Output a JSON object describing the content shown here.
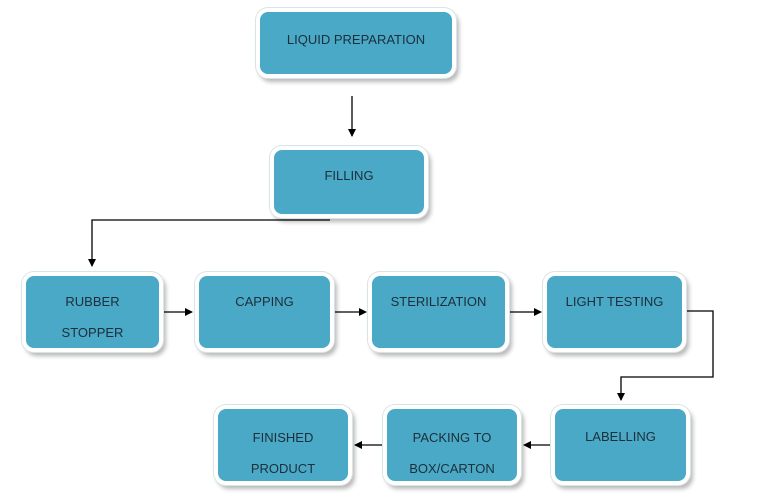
{
  "diagram": {
    "type": "flowchart",
    "colors": {
      "box_fill": "#4aa9c6",
      "box_border": "#ffffff",
      "text": "#1c2f3a",
      "connector": "#000000"
    },
    "nodes": [
      {
        "id": "liquid_preparation",
        "lines": [
          "LIQUID PREPARATION"
        ]
      },
      {
        "id": "filling",
        "lines": [
          "FILLING"
        ]
      },
      {
        "id": "rubber_stopper",
        "lines": [
          "RUBBER",
          "STOPPER"
        ]
      },
      {
        "id": "capping",
        "lines": [
          "CAPPING"
        ]
      },
      {
        "id": "sterilization",
        "lines": [
          "STERILIZATION"
        ]
      },
      {
        "id": "light_testing",
        "lines": [
          "LIGHT TESTING"
        ]
      },
      {
        "id": "labelling",
        "lines": [
          "LABELLING"
        ]
      },
      {
        "id": "packing",
        "lines": [
          "PACKING TO",
          "BOX/CARTON"
        ]
      },
      {
        "id": "finished_product",
        "lines": [
          "FINISHED",
          "PRODUCT"
        ]
      }
    ],
    "edges": [
      {
        "from": "liquid_preparation",
        "to": "filling"
      },
      {
        "from": "filling",
        "to": "rubber_stopper"
      },
      {
        "from": "rubber_stopper",
        "to": "capping"
      },
      {
        "from": "capping",
        "to": "sterilization"
      },
      {
        "from": "sterilization",
        "to": "light_testing"
      },
      {
        "from": "light_testing",
        "to": "labelling"
      },
      {
        "from": "labelling",
        "to": "packing"
      },
      {
        "from": "packing",
        "to": "finished_product"
      }
    ]
  }
}
